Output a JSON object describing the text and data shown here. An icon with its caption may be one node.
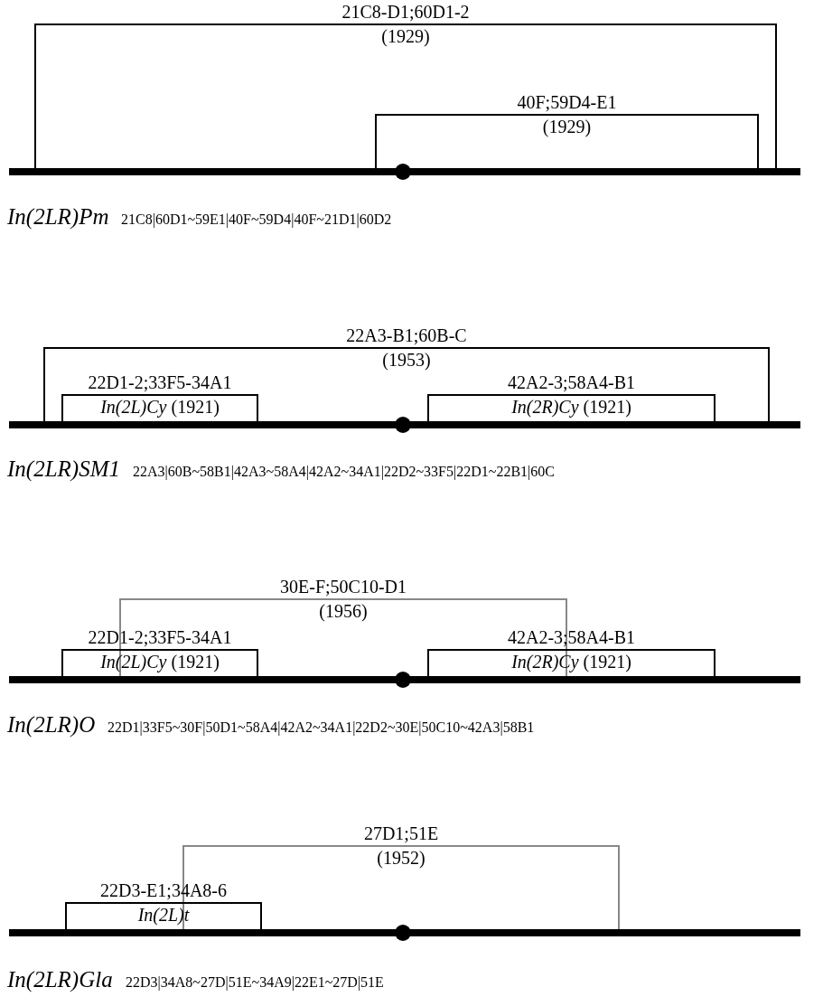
{
  "diagram": {
    "nodes": [
      {
        "text": [
          "21C8-D1;60D1-2",
          "(1929)"
        ]
      },
      {
        "text": [
          "40F;59D4-E1",
          "(1929)"
        ],
        "in": 0
      },
      {
        "text": [
          "22A3-B1;60B-C",
          "(1953)"
        ]
      },
      {
        "text": [
          "22D1-2;33F5-34A1",
          "*In(2L)Cy* (1921)"
        ],
        "in": 2
      },
      {
        "text": [
          "42A2-3;58A4-B1",
          "*In(2R)Cy* (1921)"
        ],
        "in": 2
      },
      {
        "text": [
          "30E-F;50C10-D1",
          "(1956)"
        ]
      },
      {
        "text": [
          "22D1-2;33F5-34A1",
          "*In(2L)Cy* (1921)"
        ]
      },
      {
        "text": [
          "42A2-3;58A4-B1",
          "*In(2R)Cy* (1921)"
        ]
      },
      {
        "text": [
          "27D1;51E",
          "(1952)"
        ]
      },
      {
        "text": [
          "22D3-E1;34A8-6",
          "*In(2L)t*"
        ]
      }
    ],
    "edges": [],
    "labels": [
      "In(2LR)Pm",
      "21C8|60D1~59E1|40F~59D4|40F~21D1|60D2",
      "In(2LR)SM1",
      "22A3|60B~58B1|42A3~58A4|42A2~34A1|22D2~33F5|22D1~22B1|60C",
      "In(2LR)O",
      "22D1|33F5~30F|50D1~58A4|42A2~34A1|22D2~30E|50C10~42A3|58B1",
      "In(2LR)Gla",
      "22D3|34A8~27D|51E~34A9|22E1~27D|51E"
    ]
  }
}
